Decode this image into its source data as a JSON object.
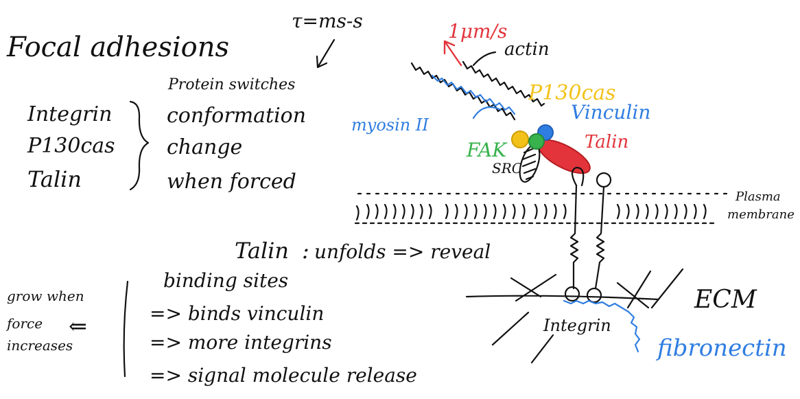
{
  "colors": {
    "ink": "#111111",
    "blue": "#2f7de1",
    "red": "#e2343a",
    "green": "#37b24d",
    "yellow": "#f2c21b"
  },
  "notes": {
    "timescale": "τ=ms-s",
    "title": "Focal adhesions",
    "switch_proteins": [
      "Integrin",
      "P130cas",
      "Talin"
    ],
    "switch_desc": [
      "Protein switches",
      "conformation",
      "change",
      "when forced"
    ],
    "talin_head": "Talin",
    "talin_colon": ":",
    "talin_effects": [
      "unfolds => reveal",
      "binding sites",
      "=> binds vinculin",
      "=> more integrins",
      "=> signal molecule release"
    ],
    "grow_note": [
      "grow when",
      "force",
      "increases"
    ],
    "grow_arrow": "⇐"
  },
  "diagram": {
    "speed": "1μm/s",
    "actin": "actin",
    "p130cas": "P130cas",
    "myosin": "myosin II",
    "vinculin": "Vinculin",
    "fak": "FAK",
    "talin": "Talin",
    "src": "SRC",
    "plasma_membrane": [
      "Plasma",
      "membrane"
    ],
    "ecm": "ECM",
    "integrin": "Integrin",
    "fibronectin": "fibronectin"
  }
}
